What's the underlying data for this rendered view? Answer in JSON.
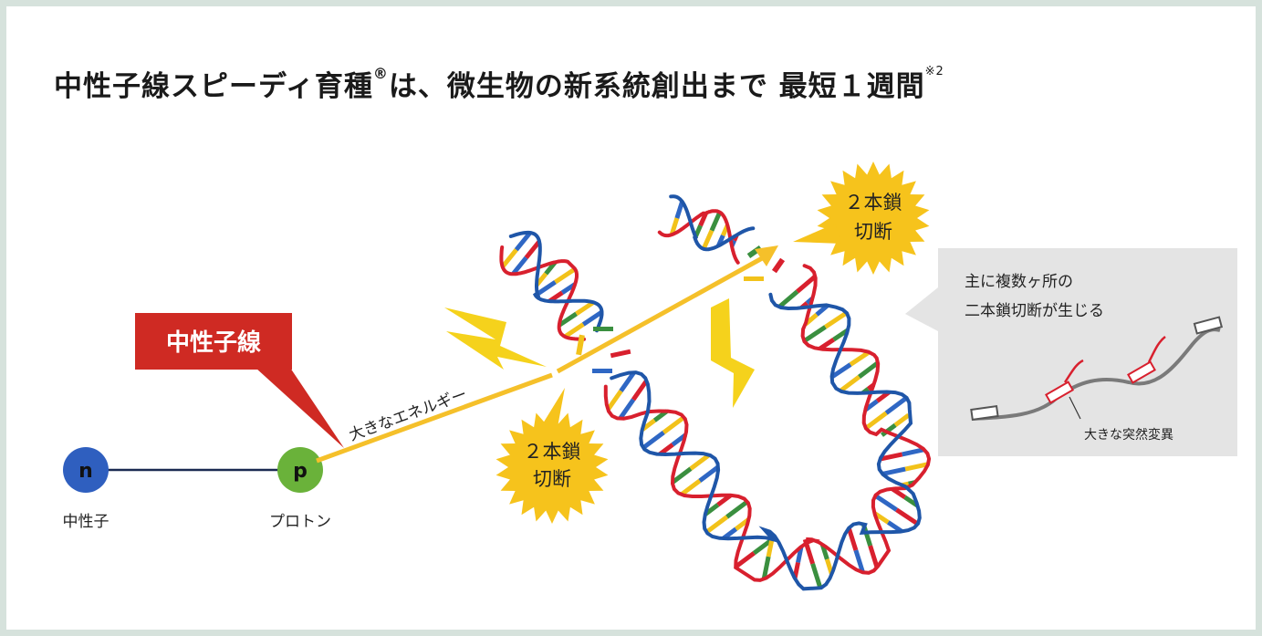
{
  "title": {
    "main": "中性子線スピーディ育種",
    "registered": "®",
    "rest": "は、微生物の新系統創出まで 最短１週間",
    "note": "※2"
  },
  "callout_main": "中性子線",
  "energy_label": "大きなエネルギー",
  "particles": {
    "neutron": {
      "symbol": "n",
      "label": "中性子",
      "color": "#2f5fbf"
    },
    "proton": {
      "symbol": "p",
      "label": "プロトン",
      "color": "#6ab23a"
    }
  },
  "burst_lower": {
    "line1": "２本鎖",
    "line2": "切断"
  },
  "burst_upper": {
    "line1": "２本鎖",
    "line2": "切断"
  },
  "info_box": {
    "line1": "主に複数ヶ所の",
    "line2": "二本鎖切断が生じる",
    "mutation_label": "大きな突然変異"
  },
  "colors": {
    "beam": "#f5c02a",
    "callout": "#cf2a23",
    "burst": "#f6c31c",
    "lightning": "#f5d21c",
    "dna_strand_a": "#d8202e",
    "dna_strand_b": "#1f56a8",
    "rung_colors": [
      "#3a8f3f",
      "#f2c21a",
      "#2f67c4",
      "#d8202e"
    ]
  }
}
